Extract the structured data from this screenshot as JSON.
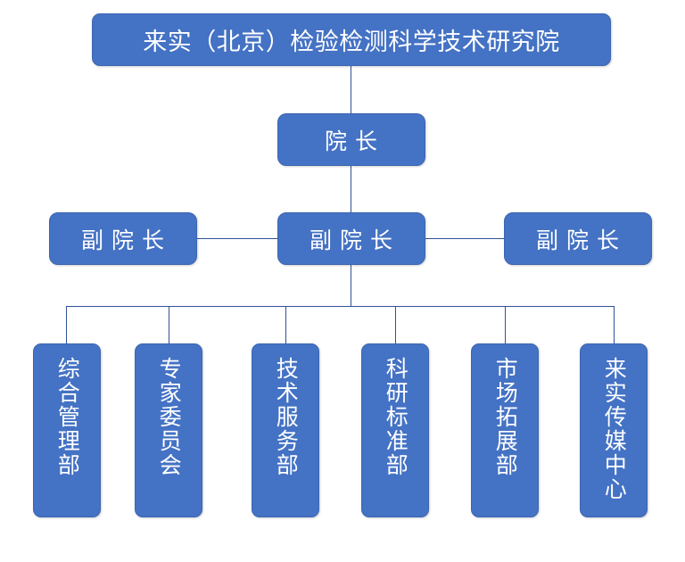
{
  "diagram": {
    "type": "organization-chart",
    "title_box": {
      "label": "来实（北京）检验检测科学技术研究院"
    },
    "president": {
      "label": "院 长"
    },
    "vice_presidents": [
      {
        "label": "副 院 长",
        "position": "left"
      },
      {
        "label": "副 院 长",
        "position": "center"
      },
      {
        "label": "副 院 长",
        "position": "right"
      }
    ],
    "departments": [
      {
        "label": "综合管理部"
      },
      {
        "label": "专家委员会"
      },
      {
        "label": "技术服务部"
      },
      {
        "label": "科研标准部"
      },
      {
        "label": "市场拓展部"
      },
      {
        "label": "来实传媒中心"
      }
    ],
    "colors": {
      "box_fill": "#4472C4",
      "box_border": "#3D66B0",
      "connector": "#2E5395",
      "text": "#FFFFFF",
      "background": "#FFFFFF"
    }
  }
}
